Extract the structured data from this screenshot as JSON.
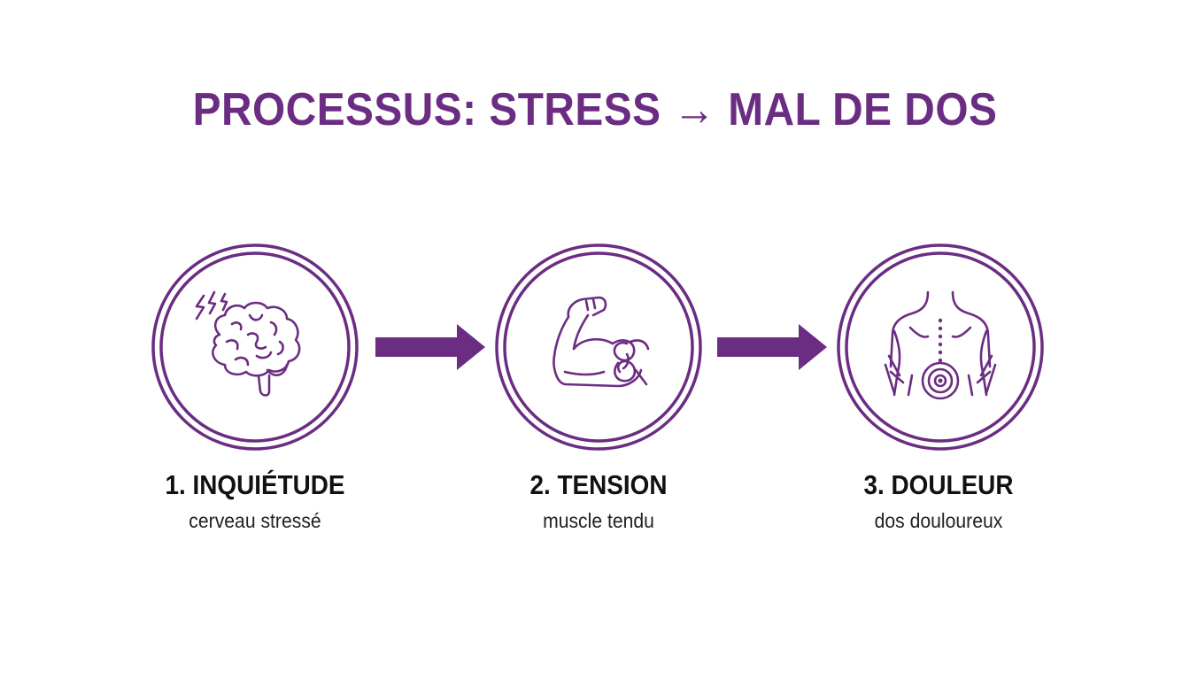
{
  "title": "PROCESSUS: STRESS → MAL DE DOS",
  "colors": {
    "accent": "#6b2d82",
    "text": "#111111"
  },
  "steps": [
    {
      "label": "1. INQUIÉTUDE",
      "description": "cerveau stressé",
      "icon": "brain-stress-icon"
    },
    {
      "label": "2. TENSION",
      "description": "muscle tendu",
      "icon": "flexed-arm-knot-icon"
    },
    {
      "label": "3. DOULEUR",
      "description": "dos douloureux",
      "icon": "back-pain-icon"
    }
  ]
}
